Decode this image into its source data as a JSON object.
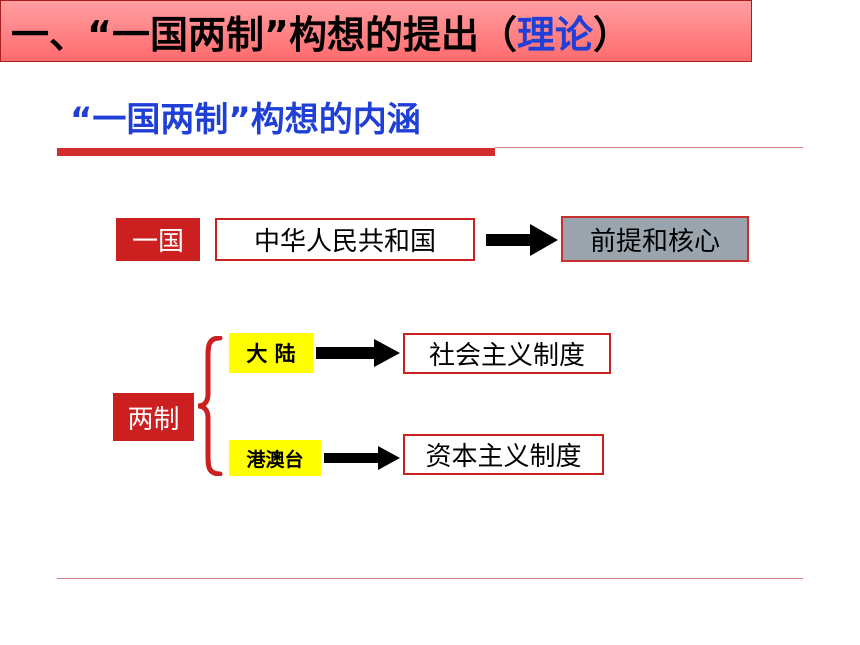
{
  "title": {
    "main": "一、“一国两制”构想的提出（",
    "accent": "理论",
    "close": "）"
  },
  "subtitle": "“一国两制”构想的内涵",
  "one_country": {
    "label": "一国",
    "content": "中华人民共和国",
    "result": "前提和核心"
  },
  "two_systems": {
    "label": "两制",
    "mainland": {
      "label": "大  陆",
      "system": "社会主义制度"
    },
    "hmt": {
      "label": "港澳台",
      "system": "资本主义制度"
    }
  },
  "colors": {
    "title_bg": "#ff7f82",
    "accent_blue": "#1f3fd6",
    "red": "#cc1f1f",
    "yellow": "#ffff00",
    "grey": "#9aa4ad"
  }
}
